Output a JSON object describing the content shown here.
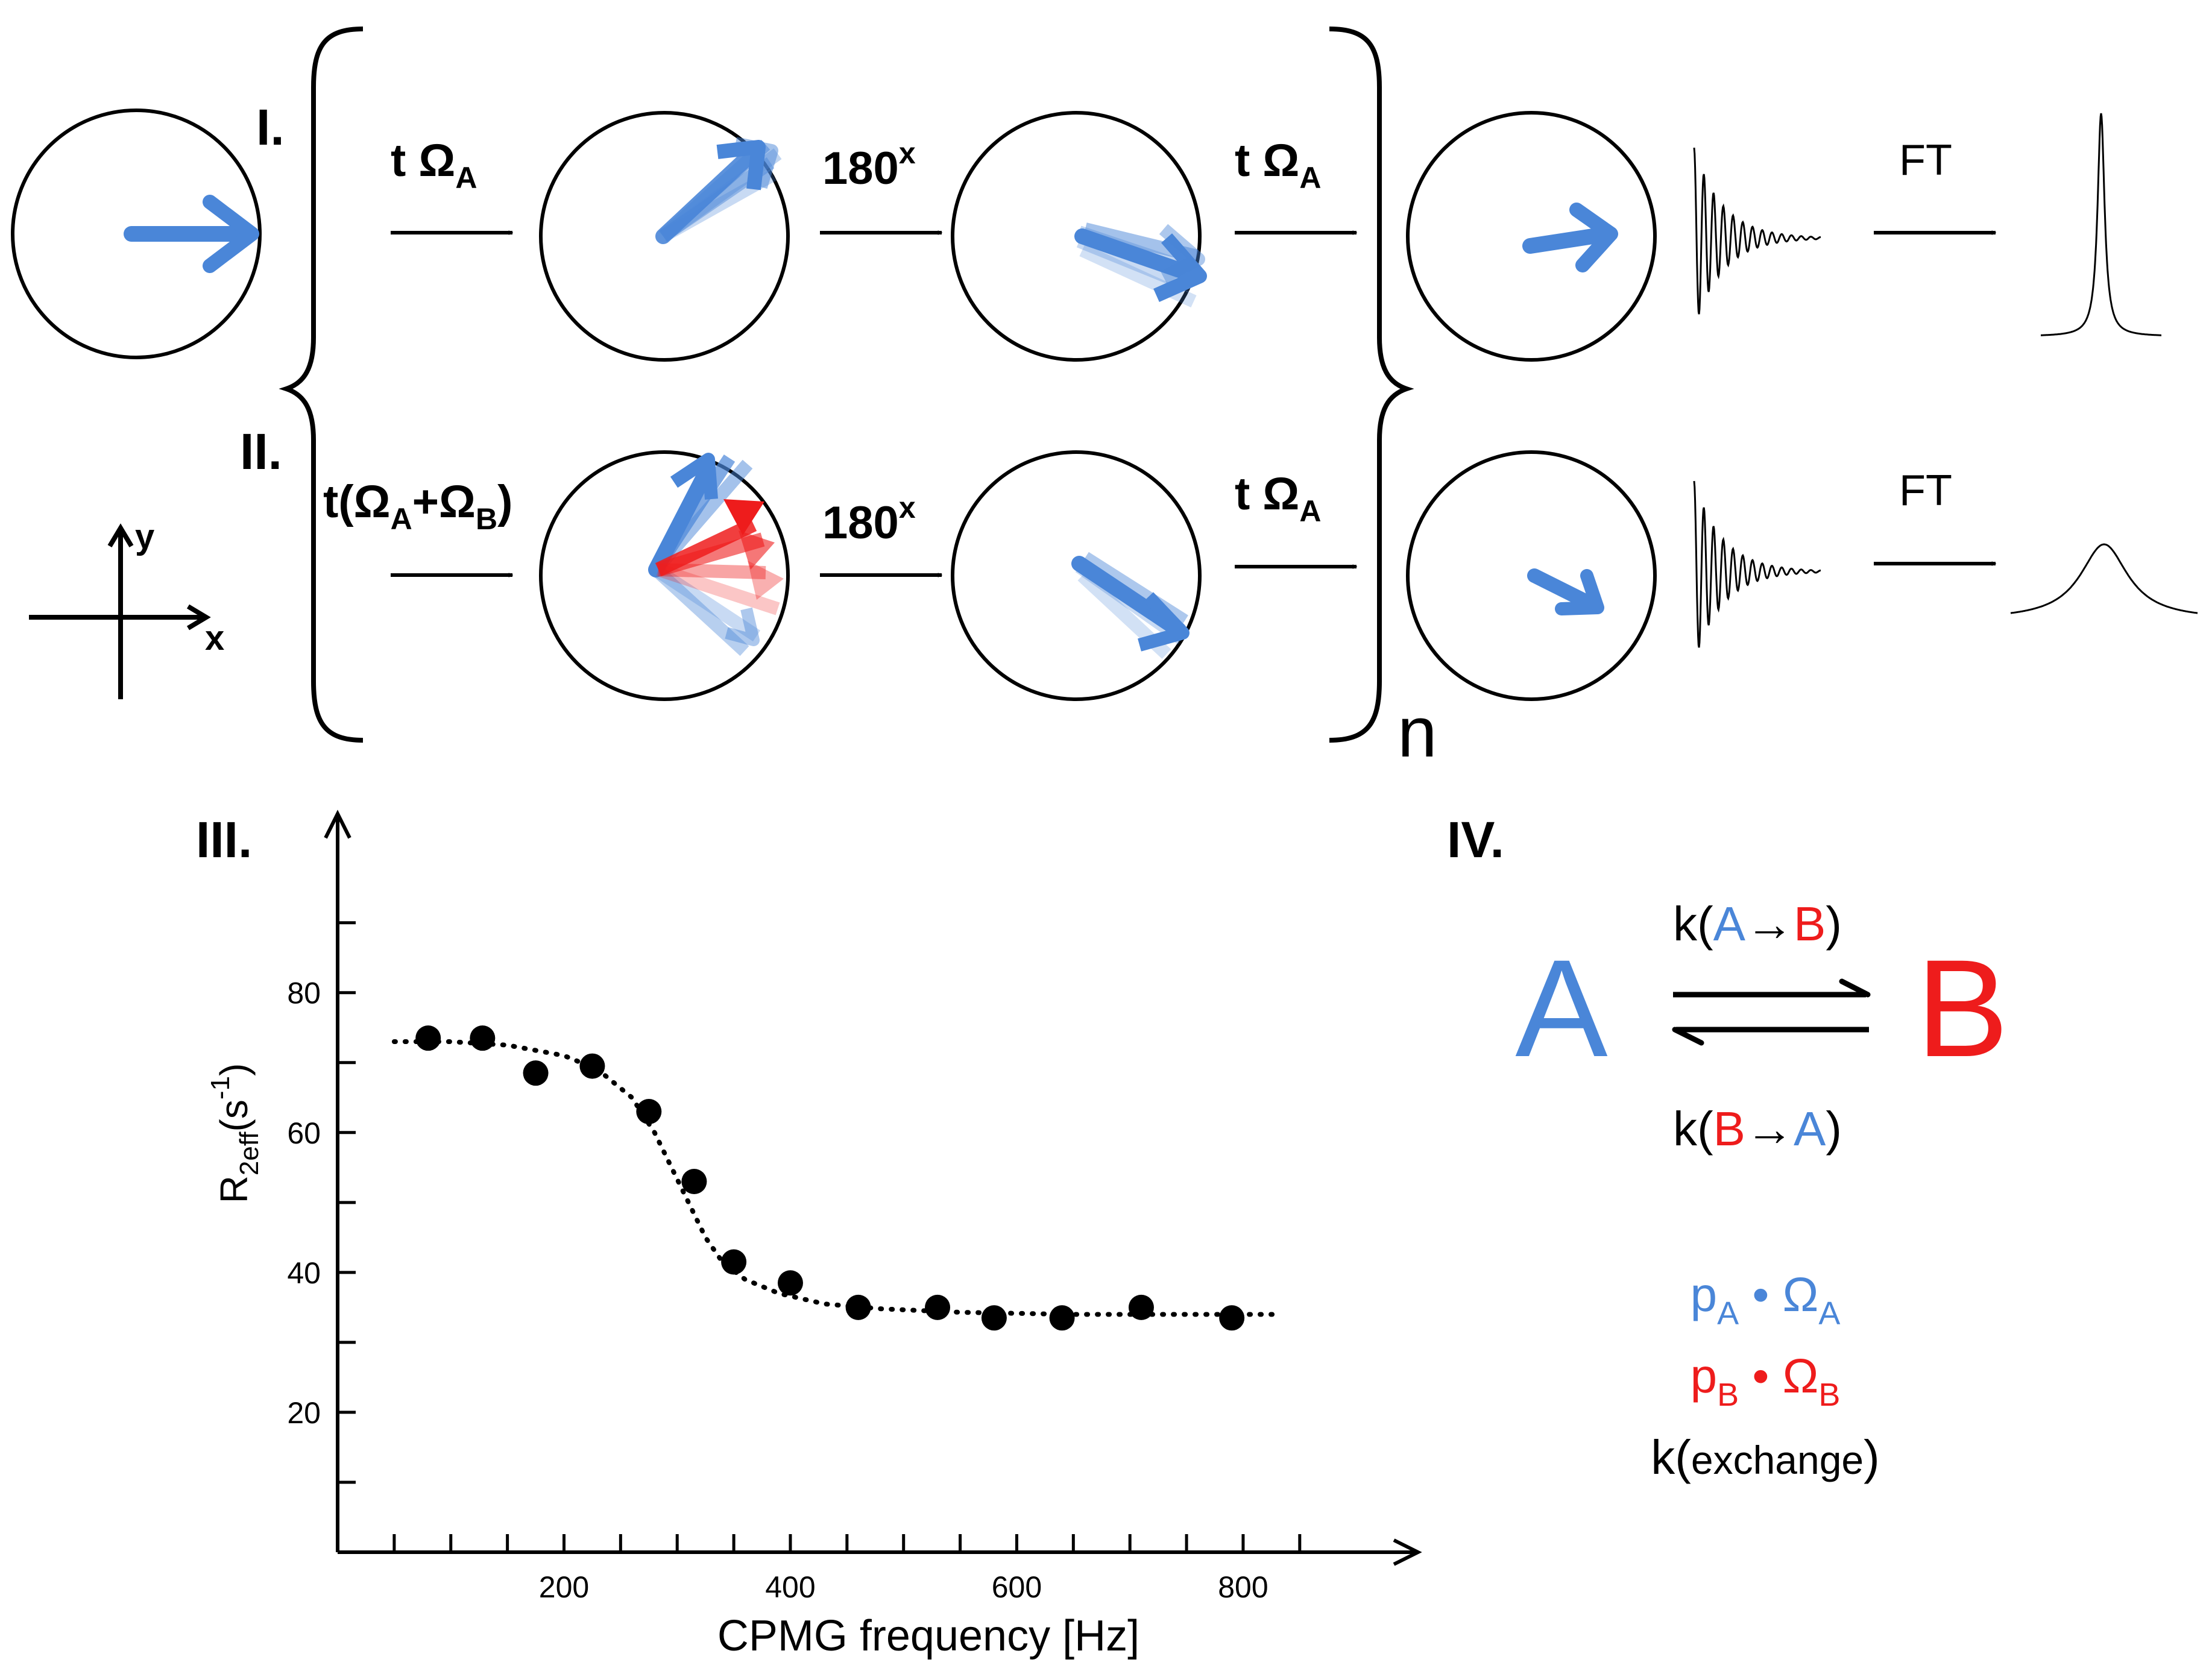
{
  "colors": {
    "state_a": "#4a86d8",
    "state_b": "#ee1c1c",
    "ink": "#000000"
  },
  "panel_labels": {
    "i": "I.",
    "ii": "II.",
    "iii": "III.",
    "iv": "IV."
  },
  "axes_legend": {
    "x": "x",
    "y": "y"
  },
  "sequence": {
    "row1": {
      "step1": {
        "prefix": "t Ω",
        "sub": "A"
      },
      "pulse": {
        "value": "180",
        "sup": "x"
      },
      "step2": {
        "prefix": "t Ω",
        "sub": "A"
      },
      "ft": "FT"
    },
    "row2": {
      "step1": {
        "open": "t(Ω",
        "sub_a": "A",
        "plus": "+Ω",
        "sub_b": "B",
        "close": ")"
      },
      "pulse": {
        "value": "180",
        "sup": "x"
      },
      "step2": {
        "prefix": "t Ω",
        "sub": "A"
      },
      "ft": "FT"
    },
    "repeat_label": "n"
  },
  "chart_data": {
    "type": "scatter",
    "xlabel": "CPMG frequency [Hz]",
    "ylabel": {
      "main": "R",
      "sub": "2eff",
      "open": "(s",
      "sup": "-1",
      "close": ")"
    },
    "xlim": [
      0,
      870
    ],
    "ylim": [
      0,
      100
    ],
    "xticks": [
      200,
      400,
      600,
      800
    ],
    "yticks": [
      20,
      40,
      60,
      80
    ],
    "series": [
      {
        "x": [
          80,
          128,
          175,
          225,
          275,
          315,
          350,
          400,
          460,
          530,
          580,
          640,
          710,
          790
        ],
        "y": [
          73.5,
          73.5,
          68.5,
          69.5,
          63,
          53,
          41.5,
          38.5,
          35,
          35,
          33.5,
          33.5,
          35,
          33.5
        ]
      }
    ],
    "fit_curve": {
      "style": "dotted",
      "x": [
        50,
        100,
        150,
        200,
        230,
        260,
        280,
        295,
        310,
        325,
        340,
        360,
        390,
        430,
        480,
        550,
        650,
        750,
        830
      ],
      "y": [
        73,
        73,
        72.5,
        71,
        69,
        65,
        60,
        55,
        50,
        45,
        41.5,
        39,
        37,
        35.5,
        34.8,
        34.3,
        34,
        34,
        34
      ]
    }
  },
  "exchange": {
    "state_a": "A",
    "state_b": "B",
    "forward": {
      "open": "k(",
      "from": "A",
      "to": "B",
      "close": ")"
    },
    "reverse": {
      "open": "k(",
      "from": "B",
      "to": "A",
      "close": ")"
    },
    "params": {
      "pa": {
        "p": "p",
        "p_sub": "A",
        "omega": "Ω",
        "omega_sub": "A"
      },
      "pb": {
        "p": "p",
        "p_sub": "B",
        "omega": "Ω",
        "omega_sub": "B"
      },
      "k": {
        "open": "k(",
        "inner": "exchange",
        "close": ")"
      }
    }
  }
}
